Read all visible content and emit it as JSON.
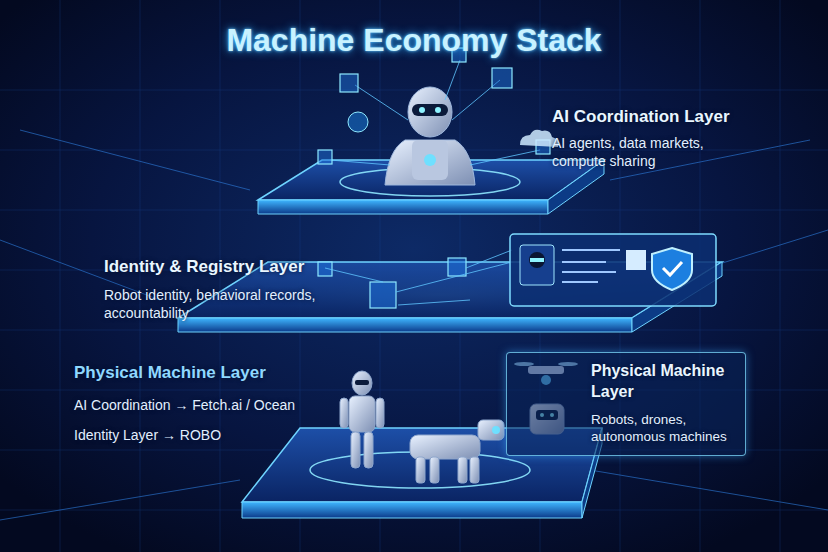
{
  "diagram": {
    "title": "Machine Economy Stack",
    "nodes": [
      {
        "text": [
          "AI Coordination Layer",
          "AI agents, data markets, compute sharing"
        ]
      },
      {
        "text": [
          "Identity & Registry Layer",
          "Robot identity, behavioral records, accountability"
        ]
      },
      {
        "text": [
          "Physical Machine Layer",
          "AI Coordination → Fetch.ai / Ocean",
          "Identity Layer → ROBO"
        ]
      },
      {
        "text": [
          "Physical Machine Layer",
          "Robots, drones, autonomous machines"
        ]
      }
    ]
  }
}
